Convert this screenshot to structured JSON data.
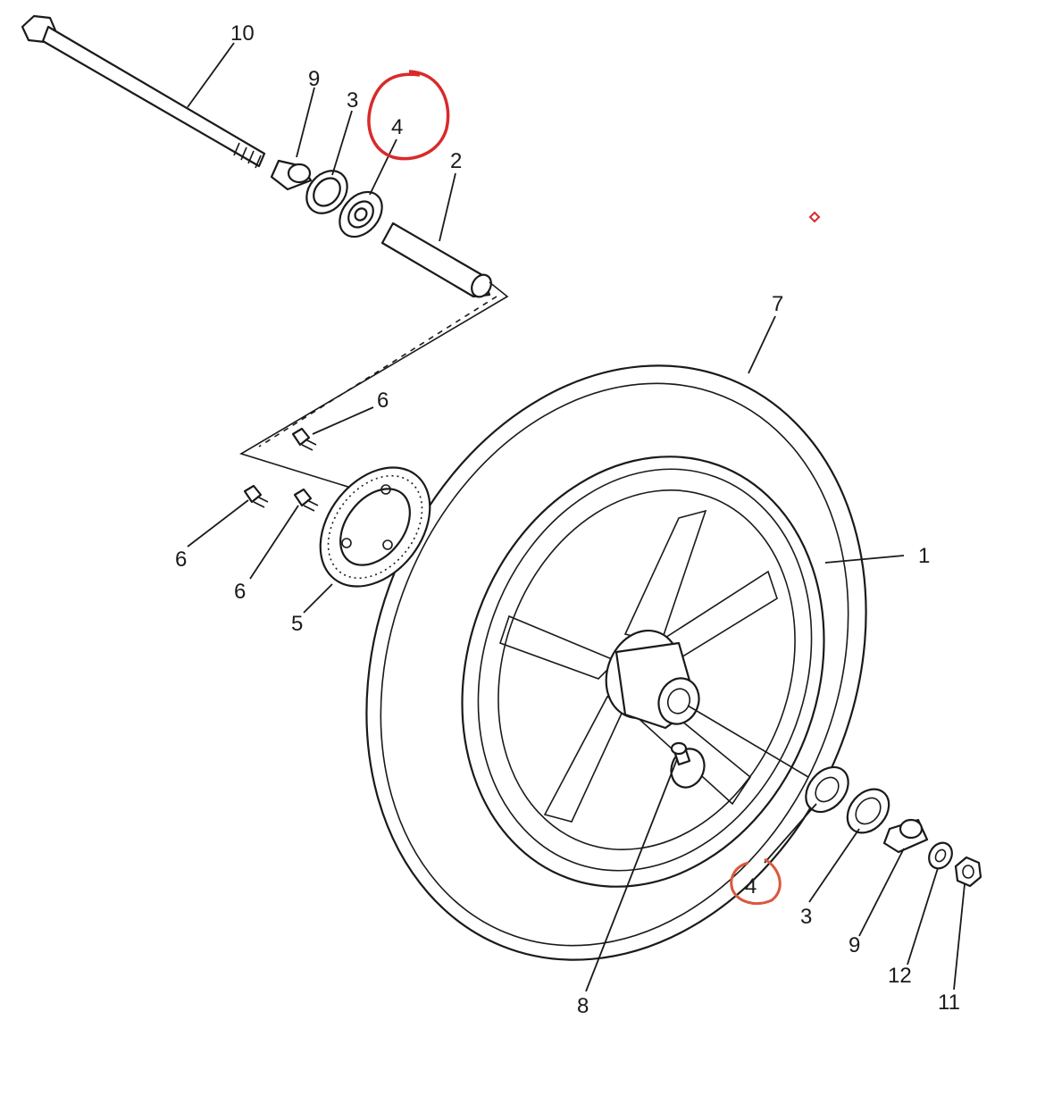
{
  "diagram": {
    "callouts": [
      "10",
      "9",
      "3",
      "4",
      "2",
      "7",
      "6",
      "6",
      "6",
      "5",
      "1",
      "8",
      "4",
      "3",
      "9",
      "12",
      "11"
    ],
    "highlight_color": "#d92a2a"
  }
}
